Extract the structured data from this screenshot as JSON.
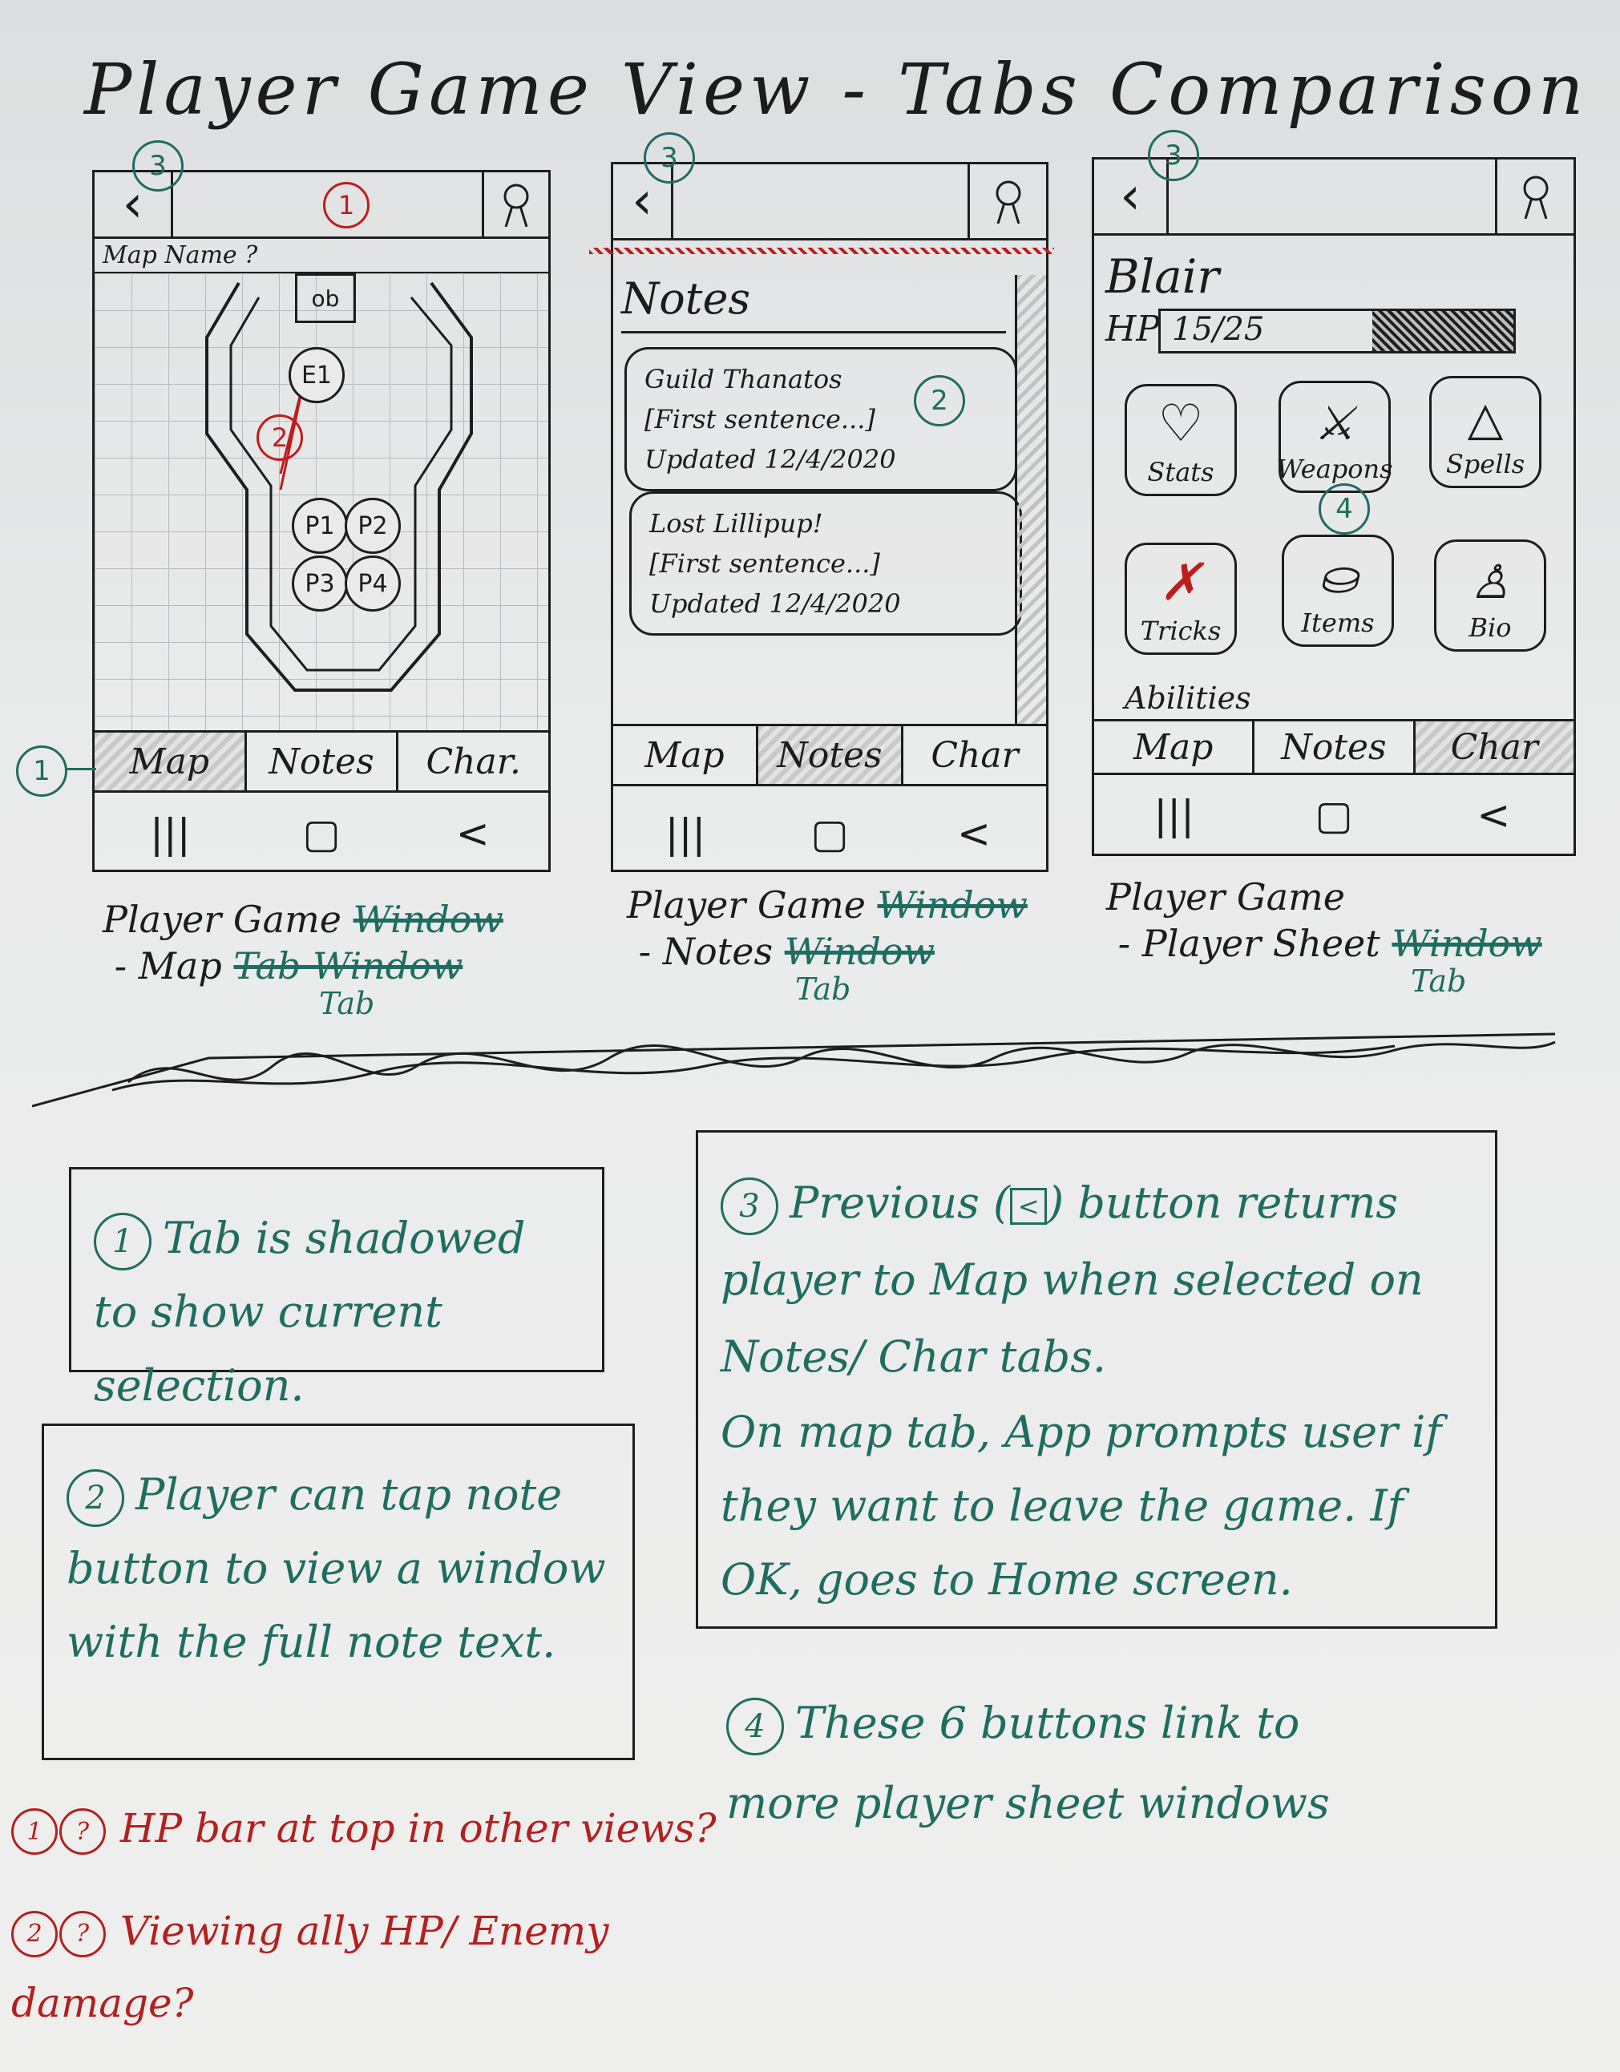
{
  "title": "Player Game View - Tabs Comparison",
  "phone1": {
    "marker_top": "1",
    "callout_back": "3",
    "map_name": "Map Name ?",
    "door": "ob",
    "enemy": "E1",
    "path_marker": "2",
    "players": [
      "P1",
      "P2",
      "P3",
      "P4"
    ],
    "tabs": [
      "Map",
      "Notes",
      "Char."
    ],
    "callout_tab": "1",
    "nav": [
      "|||",
      "▢",
      "<"
    ],
    "caption_line1_a": "Player Game",
    "caption_line1_strike": "Window",
    "caption_line2_a": "- Map",
    "caption_line2_strike": "Tab Window",
    "caption_tab": "Tab"
  },
  "phone2": {
    "callout_back": "3",
    "heading": "Notes",
    "callout_note": "2",
    "notes": [
      {
        "title": "Guild Thanatos",
        "preview": "[First sentence...]",
        "updated": "Updated 12/4/2020"
      },
      {
        "title": "Lost Lillipup!",
        "preview": "[First sentence...]",
        "updated": "Updated 12/4/2020"
      }
    ],
    "tabs": [
      "Map",
      "Notes",
      "Char"
    ],
    "nav": [
      "|||",
      "▢",
      "<"
    ],
    "caption_line1_a": "Player Game",
    "caption_line1_strike": "Window",
    "caption_line2_a": "- Notes",
    "caption_line2_strike": "Window",
    "caption_tab": "Tab"
  },
  "phone3": {
    "callout_back": "3",
    "name": "Blair",
    "hp_label": "HP",
    "hp_value": "15/25",
    "hp_fraction": 0.6,
    "tiles": [
      {
        "label": "Stats",
        "icon": "heart-icon",
        "glyph": "♡"
      },
      {
        "label": "Weapons",
        "icon": "sword-icon",
        "glyph": "⚔"
      },
      {
        "label": "Spells",
        "icon": "triangle-icon",
        "glyph": "△"
      },
      {
        "label": "Tricks",
        "icon": "trick-icon",
        "glyph": "✗"
      },
      {
        "label": "Items",
        "icon": "pot-icon",
        "glyph": "⛀"
      },
      {
        "label": "Bio",
        "icon": "person-icon",
        "glyph": "♙"
      }
    ],
    "tile_sub": "Abilities",
    "callout_tiles": "4",
    "tabs": [
      "Map",
      "Notes",
      "Char"
    ],
    "nav": [
      "|||",
      "▢",
      "<"
    ],
    "caption_line1_a": "Player Game",
    "caption_line2_a": "- Player Sheet",
    "caption_line2_strike": "Window",
    "caption_tab": "Tab"
  },
  "notes_boxes": [
    {
      "num": "1",
      "text": "Tab is shadowed to show current selection."
    },
    {
      "num": "2",
      "text": "Player can tap note button to view a window with the full note text."
    },
    {
      "num": "3",
      "text_a": "Previous (",
      "glyph": "<",
      "text_b": ") button returns player to Map when selected on Notes/ Char tabs.",
      "text_c": "On map tab, App prompts user if they want to leave the game. If OK, goes to Home screen."
    },
    {
      "num": "4",
      "text": "These 6 buttons link to more player sheet windows"
    }
  ],
  "questions": [
    {
      "nums": [
        "1",
        "?"
      ],
      "text": "HP bar at top in other views?"
    },
    {
      "nums": [
        "2",
        "?"
      ],
      "text": "Viewing ally HP/ Enemy damage?"
    }
  ]
}
